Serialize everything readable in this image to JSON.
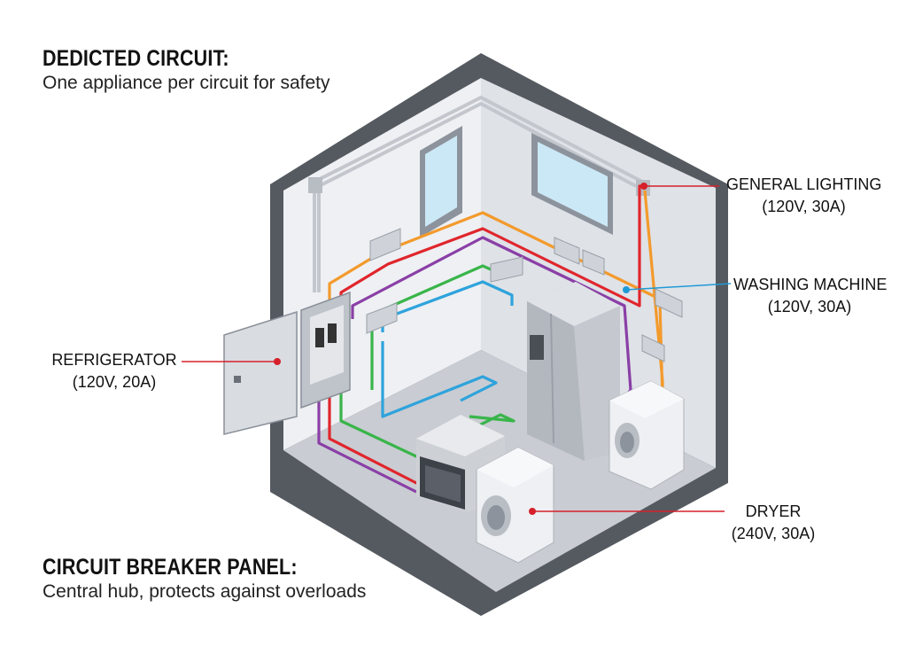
{
  "headings": {
    "dedicated_title": "DEDICTED CIRCUIT:",
    "dedicated_desc": "One appliance per circuit for safety",
    "panel_title": "CIRCUIT BREAKER PANEL:",
    "panel_desc": "Central hub, protects against overloads"
  },
  "labels": {
    "lighting": {
      "name": "GENERAL LIGHTING",
      "rating": "(120V, 30A)"
    },
    "washer": {
      "name": "WASHING MACHINE",
      "rating": "(120V, 30A)"
    },
    "fridge": {
      "name": "REFRIGERATOR",
      "rating": "(120V, 20A)"
    },
    "dryer": {
      "name": "DRYER",
      "rating": "(240V, 30A)"
    }
  },
  "colors": {
    "frame": "#555a60",
    "wall": "#e6e8ec",
    "floor": "#c9ccd2",
    "wire_orange": "#f39a2c",
    "wire_red": "#e0262c",
    "wire_purple": "#8a3fa6",
    "wire_blue": "#2ea3dc",
    "wire_green": "#39b54a",
    "leader_red": "#d6202a",
    "leader_blue": "#1f9ad6"
  },
  "icons": [
    "breaker-panel-icon",
    "refrigerator-icon",
    "oven-icon",
    "washing-machine-icon",
    "dryer-icon",
    "wall-outlet-icon",
    "window-icon"
  ]
}
